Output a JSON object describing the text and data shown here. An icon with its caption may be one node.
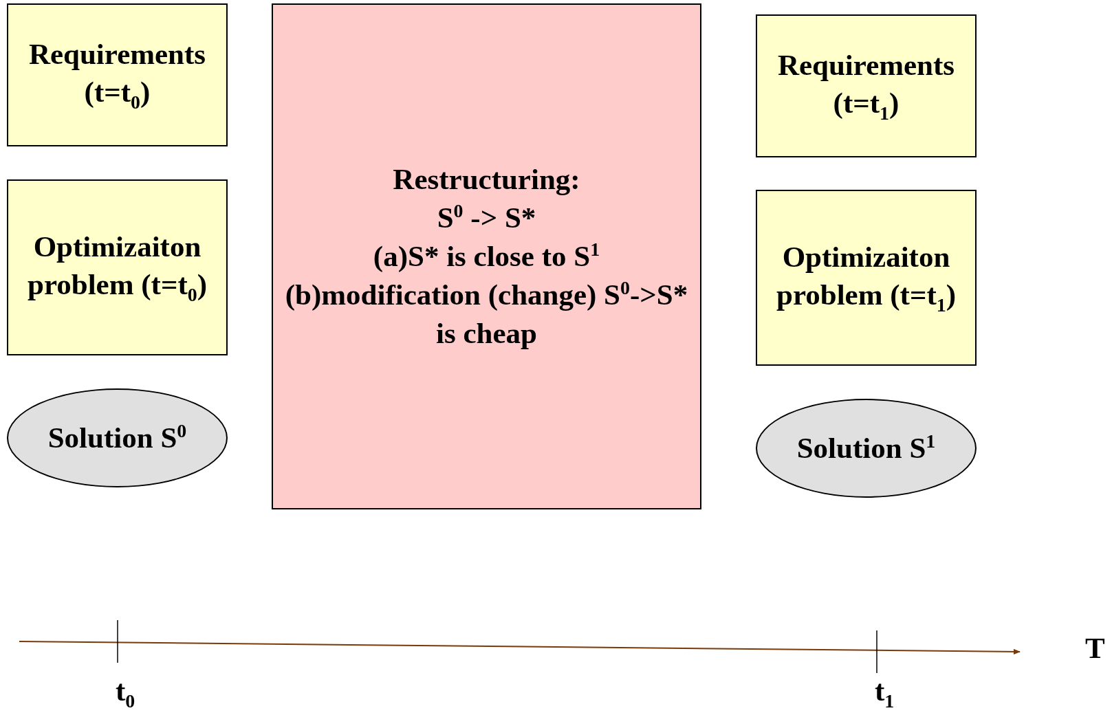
{
  "diagram": {
    "nodes": [
      {
        "text": [
          "Requirements (t=t$_{0}$)"
        ]
      },
      {
        "text": [
          "Optimizaiton problem (t=t$_{0}$)"
        ]
      },
      {
        "text": [
          "Solution S$^{0}$"
        ]
      },
      {
        "text": [
          "Restructuring:",
          "S$^{0}$ -> S*",
          "(a)S* is close to S$^{1}$",
          "(b)modification (change) S$^{0}$->S* is cheap"
        ]
      },
      {
        "text": [
          "Requirements (t=t$_{1}$)"
        ]
      },
      {
        "text": [
          "Optimizaiton problem (t=t$_{1}$)"
        ]
      },
      {
        "text": [
          "Solution S$^{1}$"
        ]
      }
    ],
    "edges": [],
    "labels": [
      "T",
      "t$_{0}$",
      "t$_{1}$"
    ]
  }
}
